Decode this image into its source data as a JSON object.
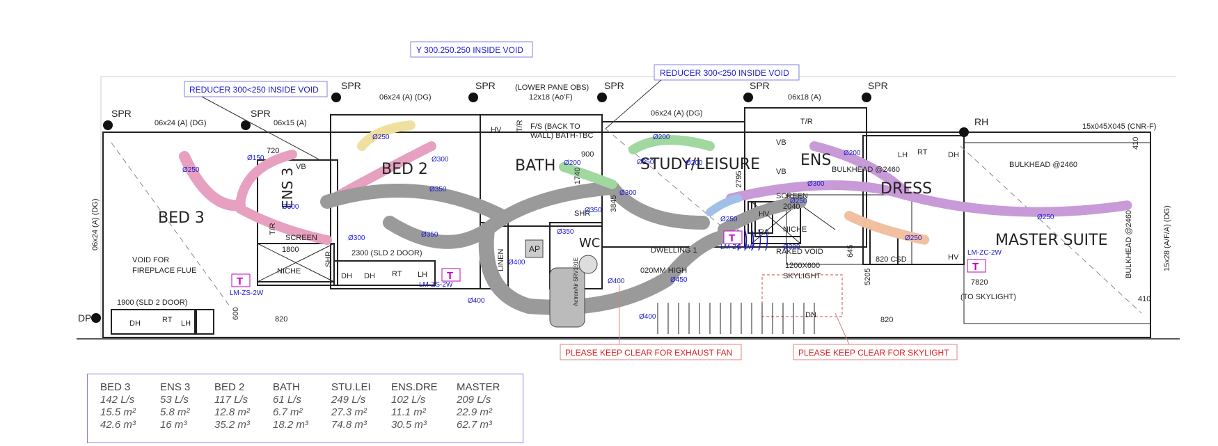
{
  "callouts": {
    "y_void": "Y 300.250.250 INSIDE VOID",
    "reducer_left": "REDUCER 300<250 INSIDE VOID",
    "reducer_right": "REDUCER 300<250 INSIDE VOID",
    "keep_clear_fan": "PLEASE KEEP CLEAR FOR EXHAUST FAN",
    "keep_clear_skylight": "PLEASE KEEP CLEAR FOR SKYLIGHT"
  },
  "rooms": {
    "bed3": "BED 3",
    "ens3": "ENS 3",
    "bed2": "BED 2",
    "bath": "BATH",
    "study": "STUDY/LEISURE",
    "ens": "ENS",
    "dress": "DRESS",
    "master": "MASTER SUITE",
    "wc": "WC"
  },
  "labels": {
    "spr": "SPR",
    "rh": "RH",
    "dp": "DP",
    "lower_pane": "(LOWER PANE OBS)",
    "w1": "06x24 (A) (DG)",
    "w2": "06x15 (A)",
    "w3": "06x24 (A) (DG)",
    "w4": "12x18 (Ao'F)",
    "w5": "06x24 (A) (DG)",
    "w6": "06x18 (A)",
    "w7": "15x045X045 (CNR-F)",
    "w_left": "06x24 (A) (DG)",
    "w_right": "15x28 (A/F/A) (DG)",
    "void_flue_1": "VOID FOR",
    "void_flue_2": "FIREPLACE FLUE",
    "door1": "1900 (SLD 2 DOOR)",
    "door2": "2300 (SLD 2 DOOR)",
    "fs_back_1": "F/S (BACK TO",
    "fs_back_2": "WALL) BATH-TBC",
    "bulkhead1": "BULKHEAD @2460",
    "bulkhead2": "BULKHEAD @2460",
    "bulkhead3": "BULKHEAD @2460",
    "dwelling": "DWELLING 1",
    "raked": "RAKED VOID",
    "skylight_size": "1200X600",
    "skylight": "SKYLIGHT",
    "to_skylight": "(TO SKYLIGHT)",
    "high": "020MM HIGH",
    "csd": "820 CSD",
    "dn": "DN",
    "unit_name": "ActronAir SRV191E",
    "ap": "AP",
    "niche": "NICHE",
    "screen": "SCREEN",
    "linen": "LINEN",
    "vb": "VB",
    "tr": "T/R",
    "shr": "SHR",
    "dh": "DH",
    "rt": "RT",
    "lh": "LH",
    "hv": "HV",
    "ra": "RA",
    "n720": "720",
    "n1800": "1800",
    "n900": "900",
    "n820": "820",
    "n600": "600",
    "n3845": "3845",
    "n2795": "2795",
    "n2040": "2040",
    "n645": "645",
    "n7820": "7820",
    "n410": "410",
    "n5205": "5205",
    "n1740": "1740"
  },
  "zones": {
    "zs": "LM-ZS-2W",
    "zs2": "LM-ZS-2W",
    "zc": "LM-ZC-2W",
    "zc2": "LM-ZC-2W",
    "t": "T"
  },
  "ducts": {
    "d150": "Ø150",
    "d250": "Ø250",
    "d300": "Ø300",
    "d350": "Ø350",
    "d400": "Ø400",
    "d450": "Ø450",
    "d200": "Ø200"
  },
  "summary": [
    {
      "room": "BED 3",
      "flow": "142 L/s",
      "area": "15.5 m²",
      "volume": "42.6 m³"
    },
    {
      "room": "ENS 3",
      "flow": "53 L/s",
      "area": "5.8 m²",
      "volume": "16 m³"
    },
    {
      "room": "BED 2",
      "flow": "117 L/s",
      "area": "12.8 m²",
      "volume": "35.2 m³"
    },
    {
      "room": "BATH",
      "flow": "61 L/s",
      "area": "6.7 m²",
      "volume": "18.2 m³"
    },
    {
      "room": "STU.LEI",
      "flow": "249 L/s",
      "area": "27.3 m²",
      "volume": "74.8 m³"
    },
    {
      "room": "ENS.DRE",
      "flow": "102 L/s",
      "area": "11.1 m²",
      "volume": "30.5 m³"
    },
    {
      "room": "MASTER",
      "flow": "209 L/s",
      "area": "22.9 m²",
      "volume": "62.7 m³"
    }
  ],
  "colors": {
    "wall": "#222222",
    "duct_pink": "#e8a0c0",
    "duct_purple": "#c89ad8",
    "duct_grey": "#9a9a9a",
    "blue": "#1a1ad0",
    "red": "#e02020",
    "magenta": "#c000c0"
  }
}
